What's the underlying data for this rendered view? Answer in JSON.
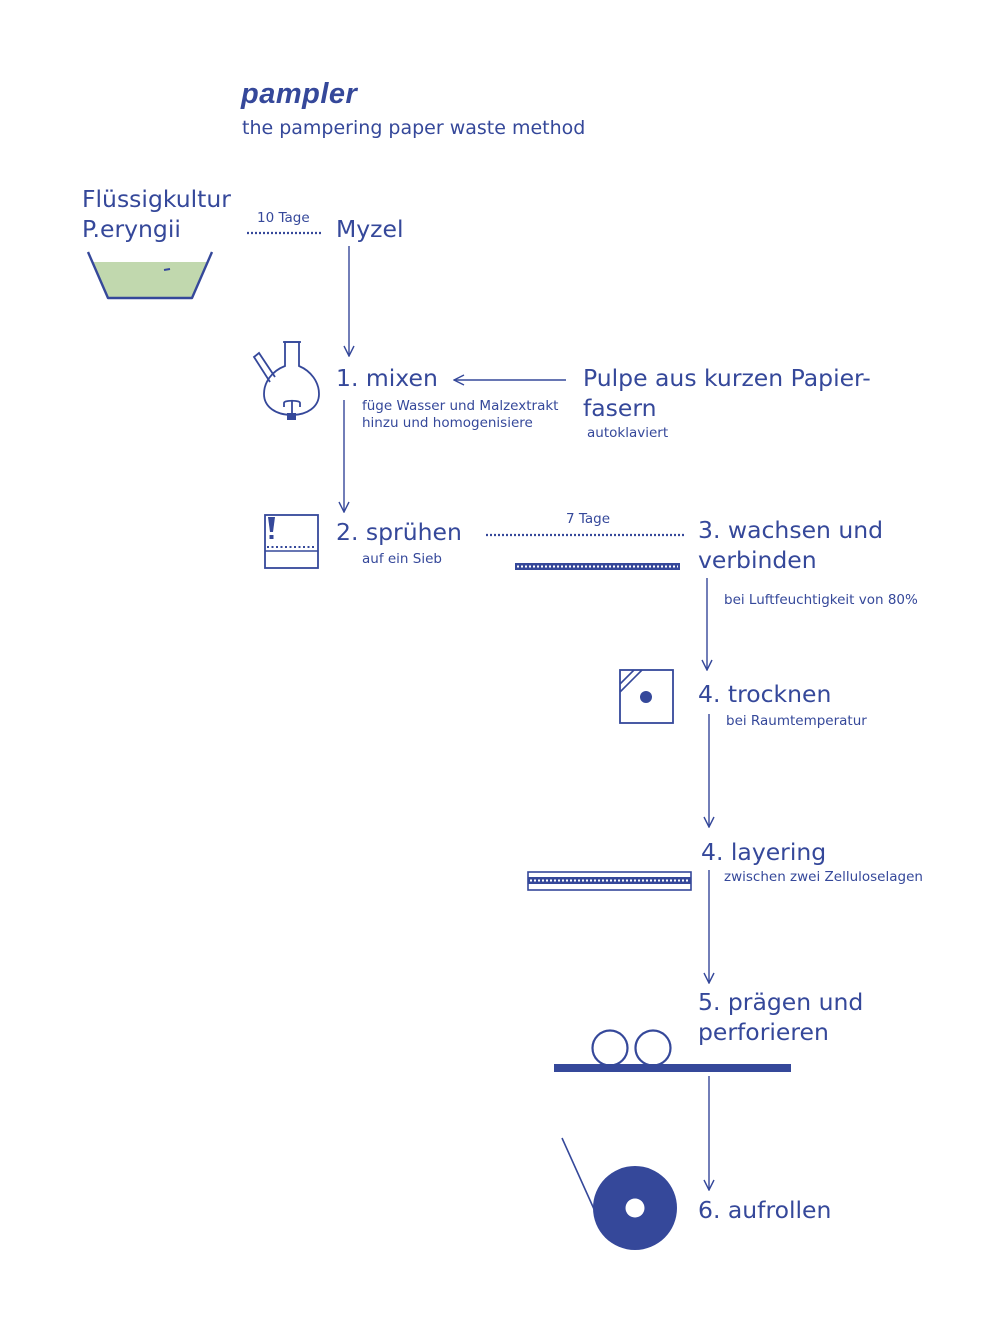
{
  "header": {
    "brand": "pampler",
    "tagline": "the pampering paper waste method"
  },
  "colors": {
    "primary": "#35489a",
    "culture_fill": "#c1d8ae"
  },
  "nodes": {
    "culture": {
      "line1": "Flüssigkultur",
      "line2": "P.eryngii"
    },
    "myzel": {
      "label": "Myzel"
    },
    "pulp": {
      "line1": "Pulpe aus kurzen Papier-",
      "line2": "fasern",
      "note": "autoklaviert"
    }
  },
  "durations": {
    "culture_to_myzel": "10 Tage",
    "spray_to_grow": "7 Tage"
  },
  "steps": {
    "mix": {
      "title": "1. mixen",
      "note1": "füge Wasser und Malzextrakt",
      "note2": "hinzu und homogenisiere"
    },
    "spray": {
      "title": "2. sprühen",
      "note": "auf ein Sieb"
    },
    "grow": {
      "line1": "3. wachsen und",
      "line2": "verbinden",
      "note": "bei Luftfeuchtigkeit von 80%"
    },
    "dry": {
      "title": "4. trocknen",
      "note": "bei Raumtemperatur"
    },
    "layer": {
      "title": "4. layering",
      "note": "zwischen zwei Zelluloselagen"
    },
    "emboss": {
      "line1": "5. prägen und",
      "line2": "perforieren"
    },
    "roll": {
      "title": "6. aufrollen"
    }
  },
  "icons": {
    "culture": "bowl-icon",
    "mix": "flask-icon",
    "spray": "spray-icon",
    "grow": "mesh-layer-icon",
    "dry": "dryer-icon",
    "layer": "layer-stack-icon",
    "emboss": "embossing-rollers-icon",
    "roll": "paper-roll-icon"
  }
}
